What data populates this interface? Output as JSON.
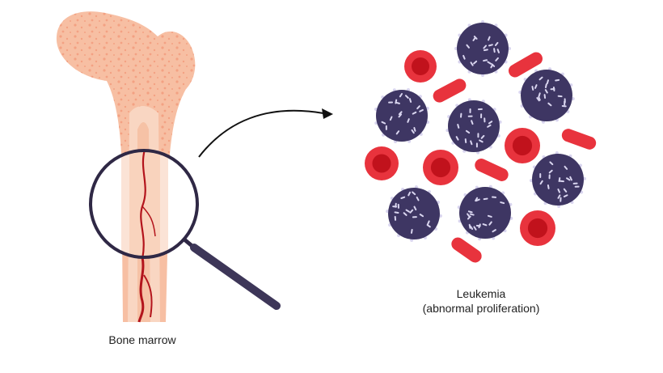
{
  "labels": {
    "bone": "Bone marrow",
    "leukemia_title": "Leukemia",
    "leukemia_subtitle": "(abnormal proliferation)"
  },
  "colors": {
    "bone_outer": "#f6b99b",
    "bone_inner": "#f9d3bd",
    "bone_spots": "#f29e7f",
    "marrow_canal": "#f7c8b0",
    "blood_vessel": "#b3141c",
    "lens_ring": "#2f2845",
    "handle": "#3d3658",
    "arrow": "#111111",
    "rbc": "#e8333d",
    "rbc_center": "#c1121c",
    "wbc": "#3e3663",
    "wbc_marks": "#d9d5ef"
  },
  "icons": [
    "bone-icon",
    "magnifier-icon",
    "arrow-icon",
    "red-blood-cell-icon",
    "white-blood-cell-icon"
  ]
}
